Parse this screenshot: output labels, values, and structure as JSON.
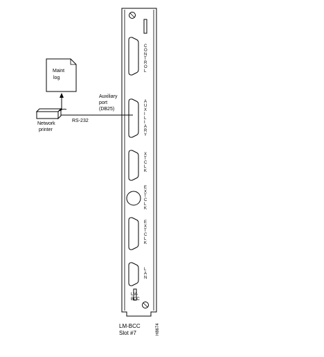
{
  "printer": {
    "label_line1": "Network",
    "label_line2": "printer"
  },
  "maint_log": {
    "label_line1": "Maint",
    "label_line2": "log"
  },
  "cable": {
    "label": "RS-232"
  },
  "aux_callout": {
    "line1": "Auxiliary",
    "line2": "port",
    "line3": "(DB25)"
  },
  "ports": {
    "control": [
      "C",
      "O",
      "N",
      "T",
      "R",
      "O",
      "L"
    ],
    "auxiliary": [
      "A",
      "U",
      "X",
      "I",
      "L",
      "I",
      "A",
      "R",
      "Y"
    ],
    "xtclk": [
      "X",
      "T",
      "C",
      "L",
      "K"
    ],
    "ext_clk_1": [
      "E",
      "X",
      "T",
      "C",
      "L",
      "K"
    ],
    "ext_clk_2": [
      "E",
      "X",
      "T",
      "C",
      "L",
      "K"
    ],
    "lan": [
      "L",
      "A",
      "N"
    ]
  },
  "panel": {
    "name_line1": "LM-",
    "name_line2": "BCC"
  },
  "caption": {
    "line1": "LM-BCC",
    "line2": "Slot #7"
  },
  "figure_id": "H8674"
}
